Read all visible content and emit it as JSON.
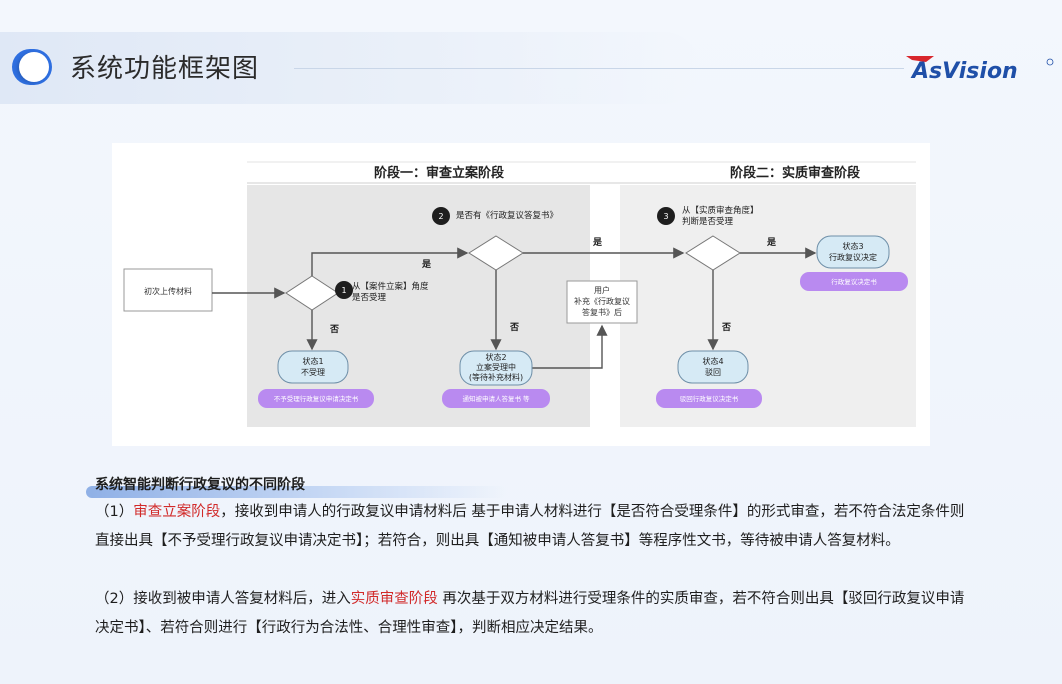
{
  "page": {
    "title": "系统功能框架图",
    "logo_text": "AsVision"
  },
  "diagram": {
    "stage1_title": "阶段一：审查立案阶段",
    "stage2_title": "阶段二：实质审查阶段",
    "start_box": "初次上传材料",
    "step1_num": "1",
    "step1_line1": "从【案件立案】角度",
    "step1_line2": "是否受理",
    "step2_num": "2",
    "step2_text": "是否有《行政复议答复书》",
    "step3_num": "3",
    "step3_line1": "从【实质审查角度】",
    "step3_line2": "判断是否受理",
    "yes1": "是",
    "yes2": "是",
    "yes3": "是",
    "no1": "否",
    "no2": "否",
    "no3": "否",
    "user_line1": "用户",
    "user_line2": "补充《行政复议",
    "user_line3": "答复书》后",
    "state1_line1": "状态1",
    "state1_line2": "不受理",
    "state2_line1": "状态2",
    "state2_line2": "立案受理中",
    "state2_line3": "(等待补充材料)",
    "state3_line1": "状态3",
    "state3_line2": "行政复议决定",
    "state4_line1": "状态4",
    "state4_line2": "驳回",
    "doc1": "不予受理行政复议申请决定书",
    "doc2": "通知被申请人答复书 等",
    "doc3": "行政复议决定书",
    "doc4": "驳回行政复议决定书"
  },
  "caption": "系统智能判断行政复议的不同阶段",
  "para1": {
    "prefix": "（1）",
    "highlight": "审查立案阶段",
    "rest": "，接收到申请人的行政复议申请材料后 基于申请人材料进行【是否符合受理条件】的形式审查，若不符合法定条件则直接出具【不予受理行政复议申请决定书】；若符合，则出具【通知被申请人答复书】等程序性文书，等待被申请人答复材料。"
  },
  "para2": {
    "prefix": "（2）接收到被申请人答复材料后，进入",
    "highlight": "实质审查阶段",
    "rest": " 再次基于双方材料进行受理条件的实质审查，若不符合则出具【驳回行政复议申请决定书】、若符合则进行【行政行为合法性、合理性审查】，判断相应决定结果。"
  },
  "colors": {
    "accent_blue": "#2f6fe0",
    "highlight_red": "#d12a2a",
    "state_fill": "#d6eaf5",
    "doc_fill": "#b98af0"
  }
}
